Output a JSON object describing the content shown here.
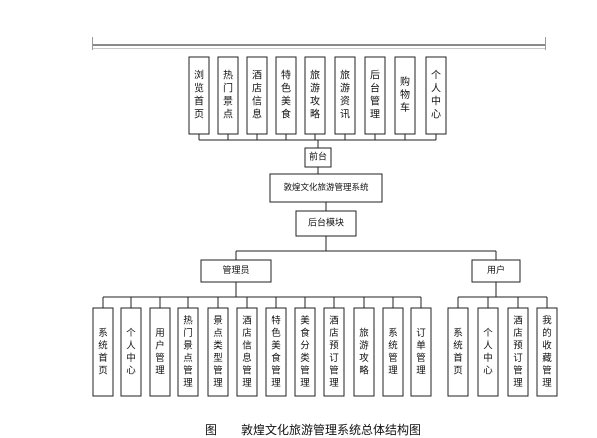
{
  "diagram": {
    "front_modules": [
      "浏览首页",
      "热门景点",
      "酒店信息",
      "特色美食",
      "旅游攻略",
      "旅游资讯",
      "后台管理",
      "购物车",
      "个人中心"
    ],
    "front_label": "前台",
    "system_title": "敦煌文化旅游管理系统",
    "backend_label": "后台模块",
    "admin_label": "管理员",
    "user_label": "用户",
    "admin_modules": [
      "系统首页",
      "个人中心",
      "用户管理",
      "热门景点管理",
      "景点类型管理",
      "酒店信息管理",
      "特色美食管理",
      "美食分类管理",
      "酒店预订管理",
      "旅游攻略",
      "系统管理",
      "订单管理"
    ],
    "user_modules": [
      "系统首页",
      "个人中心",
      "酒店预订管理",
      "我的收藏管理"
    ]
  },
  "caption": "图　　敦煌文化旅游管理系统总体结构图"
}
